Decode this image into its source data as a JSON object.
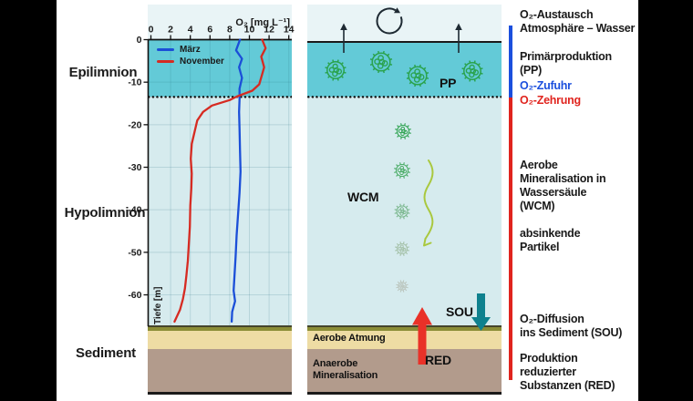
{
  "layer_labels": {
    "epilimnion": "Epilimnion",
    "hypolimnion": "Hypolimnion",
    "sediment": "Sediment"
  },
  "chart_data": {
    "type": "line",
    "title": "",
    "xlabel": "O₂ [mg L⁻¹]",
    "ylabel": "Tiefe [m]",
    "xlim": [
      0,
      14
    ],
    "ylim": [
      -67,
      0
    ],
    "x_ticks": [
      0,
      2,
      4,
      6,
      8,
      10,
      12,
      14
    ],
    "y_ticks": [
      0,
      -10,
      -20,
      -30,
      -40,
      -50,
      -60
    ],
    "grid": true,
    "legend_position": "top-left",
    "thermocline_depth": -13.4,
    "series": [
      {
        "name": "März",
        "color": "#1b4fd8",
        "points": [
          [
            9.05,
            0
          ],
          [
            8.65,
            -2.5
          ],
          [
            9.25,
            -4.5
          ],
          [
            8.95,
            -6.5
          ],
          [
            9.25,
            -9
          ],
          [
            9.0,
            -11.5
          ],
          [
            9.0,
            -14
          ],
          [
            8.95,
            -17
          ],
          [
            9.0,
            -21
          ],
          [
            9.05,
            -26
          ],
          [
            9.1,
            -31
          ],
          [
            9.0,
            -36
          ],
          [
            8.85,
            -41
          ],
          [
            8.7,
            -46
          ],
          [
            8.6,
            -51
          ],
          [
            8.5,
            -55
          ],
          [
            8.4,
            -59
          ],
          [
            8.55,
            -61.5
          ],
          [
            8.25,
            -64
          ],
          [
            8.2,
            -66.3
          ]
        ]
      },
      {
        "name": "November",
        "color": "#d62b22",
        "points": [
          [
            11.3,
            0
          ],
          [
            11.65,
            -2
          ],
          [
            11.2,
            -4
          ],
          [
            11.5,
            -6.5
          ],
          [
            11.25,
            -8.5
          ],
          [
            11.0,
            -10.5
          ],
          [
            10.3,
            -12
          ],
          [
            8.7,
            -13.4
          ],
          [
            8.0,
            -14.2
          ],
          [
            6.2,
            -15.5
          ],
          [
            5.3,
            -17
          ],
          [
            4.7,
            -19
          ],
          [
            4.45,
            -21.5
          ],
          [
            4.15,
            -24.5
          ],
          [
            4.05,
            -28
          ],
          [
            4.15,
            -31.5
          ],
          [
            4.1,
            -35
          ],
          [
            4.0,
            -39
          ],
          [
            3.95,
            -44
          ],
          [
            3.85,
            -48
          ],
          [
            3.75,
            -52
          ],
          [
            3.6,
            -55.5
          ],
          [
            3.45,
            -58.5
          ],
          [
            3.25,
            -61
          ],
          [
            2.95,
            -63.5
          ],
          [
            2.4,
            -66.3
          ]
        ]
      }
    ]
  },
  "schema": {
    "pp_label": "PP",
    "wcm_label": "WCM",
    "sou_label": "SOU",
    "red_label": "RED",
    "aerobic_label": "Aerobe Atmung",
    "anaerobic_label": "Anaerobe\nMineralisation",
    "icons": [
      "circulation-icon",
      "gas-exchange-up-arrow-icon",
      "phytoplankton-icon",
      "sinking-particle-icon",
      "sinking-path-arrow-icon",
      "sou-down-arrow-icon",
      "red-up-arrow-icon"
    ]
  },
  "legend_panel": {
    "items": [
      {
        "text": "O₂-Austausch\nAtmosphäre – Wasser",
        "color": "black"
      },
      {
        "text": "Primärproduktion\n(PP)",
        "color": "black"
      },
      {
        "text": "O₂-Zufuhr",
        "color": "blue"
      },
      {
        "text": "O₂-Zehrung",
        "color": "red"
      },
      {
        "text": "Aerobe\nMineralisation in\nWassersäule\n(WCM)",
        "color": "black"
      },
      {
        "text": "absinkende\nPartikel",
        "color": "black"
      },
      {
        "text": "O₂-Diffusion\nins Sediment (SOU)",
        "color": "black"
      },
      {
        "text": "Produktion\nreduzierter\nSubstanzen (RED)",
        "color": "black"
      }
    ],
    "supply_bar_color": "#1b4fdd",
    "consumption_bar_color": "#e0241e"
  },
  "colors": {
    "epilimnion": "#63cad7",
    "hypolimnion": "#d6ebee",
    "atmosphere": "#e9f4f6",
    "sediment_surface": "#8b8d36",
    "sediment_aerobic": "#eedca4",
    "sediment_anaerobic": "#b29b8c",
    "maerz_line": "#1b4fd8",
    "november_line": "#d62b22",
    "sou_arrow": "#0f818e",
    "red_arrow": "#e93128",
    "phytoplankton": "#2aa34d",
    "sinking_arrow": "#a9c83e"
  }
}
